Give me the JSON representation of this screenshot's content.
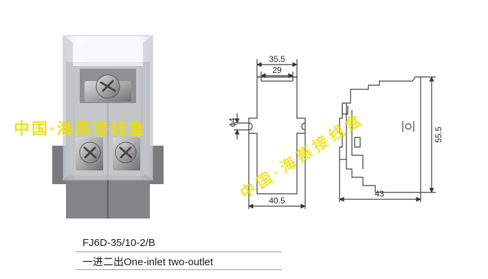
{
  "product": {
    "model": "FJ6D-35/10-2/B",
    "description": "一进二出One-inlet two-outlet"
  },
  "watermark": {
    "left_text": "中国·海燕接线盒",
    "diagonal_text": "中国·海燕接线盒",
    "color": "#e8e000"
  },
  "dimensions": {
    "top_width": "35.5",
    "inner_width": "29",
    "hole": "ϕ4",
    "bottom_width": "40.5",
    "side_height": "55.5",
    "side_width": "43"
  },
  "colors": {
    "housing_gray": "#8c8d90",
    "housing_dark": "#6d6e71",
    "cover_clear": "#e9ecef",
    "line": "#3a3a3a"
  }
}
